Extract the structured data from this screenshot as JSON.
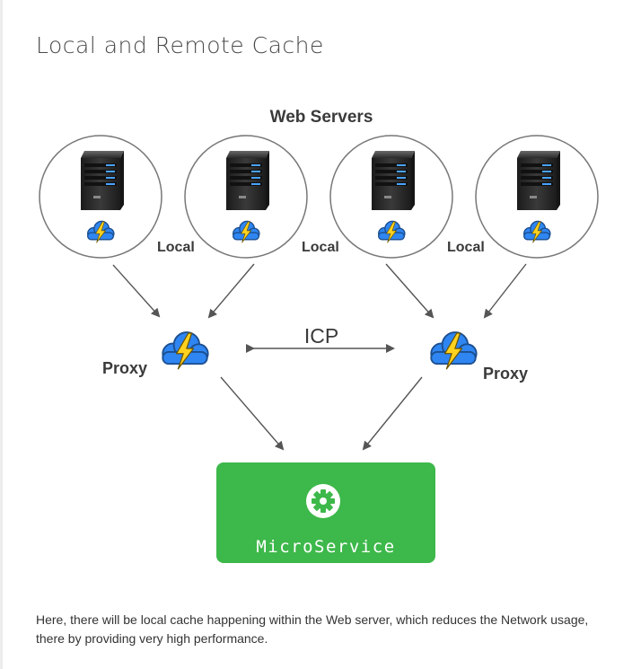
{
  "page": {
    "title": "Local and Remote Cache",
    "caption": "Here, there will be local cache happening within the Web server, which reduces the Network usage, there by providing very high performance."
  },
  "diagram": {
    "group_label": "Web Servers",
    "server_count": 4,
    "local_label": "Local",
    "proxy_label": "Proxy",
    "icp_label": "ICP",
    "service_label": "MicroService",
    "colors": {
      "cloud": "#2f86f2",
      "bolt": "#ffd21f",
      "service": "#3db84a",
      "server": "#2b2b2b",
      "circle_stroke": "#777777",
      "arrow": "#555555"
    },
    "icons": [
      "server-icon",
      "cache-cloud-icon",
      "proxy-cloud-icon",
      "gear-icon"
    ]
  }
}
